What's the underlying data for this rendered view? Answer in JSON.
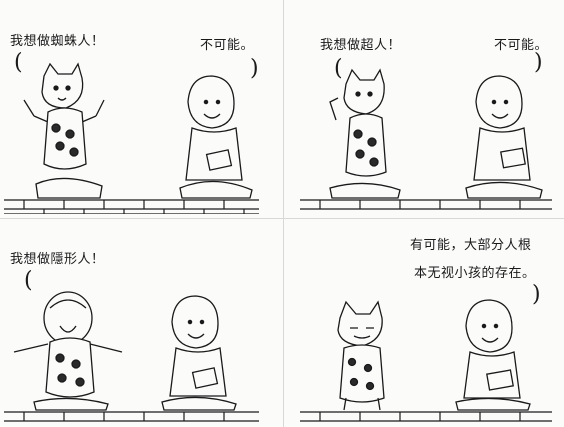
{
  "panels": [
    {
      "id": 1,
      "left_speech": "我想做蜘蛛人！",
      "right_speech": "不可能。"
    },
    {
      "id": 2,
      "left_speech": "我想做超人！",
      "right_speech": "不可能。"
    },
    {
      "id": 3,
      "left_speech": "我想做隱形人！",
      "right_speech": ""
    },
    {
      "id": 4,
      "left_speech": "",
      "right_speech_line1": "有可能，大部分人根",
      "right_speech_line2": "本无视小孩的存在。"
    }
  ],
  "colors": {
    "ink": "#1a1a1a",
    "paper": "#fbfbfa",
    "wall_shadow": "#555555",
    "dots": "#2a2a2a"
  }
}
